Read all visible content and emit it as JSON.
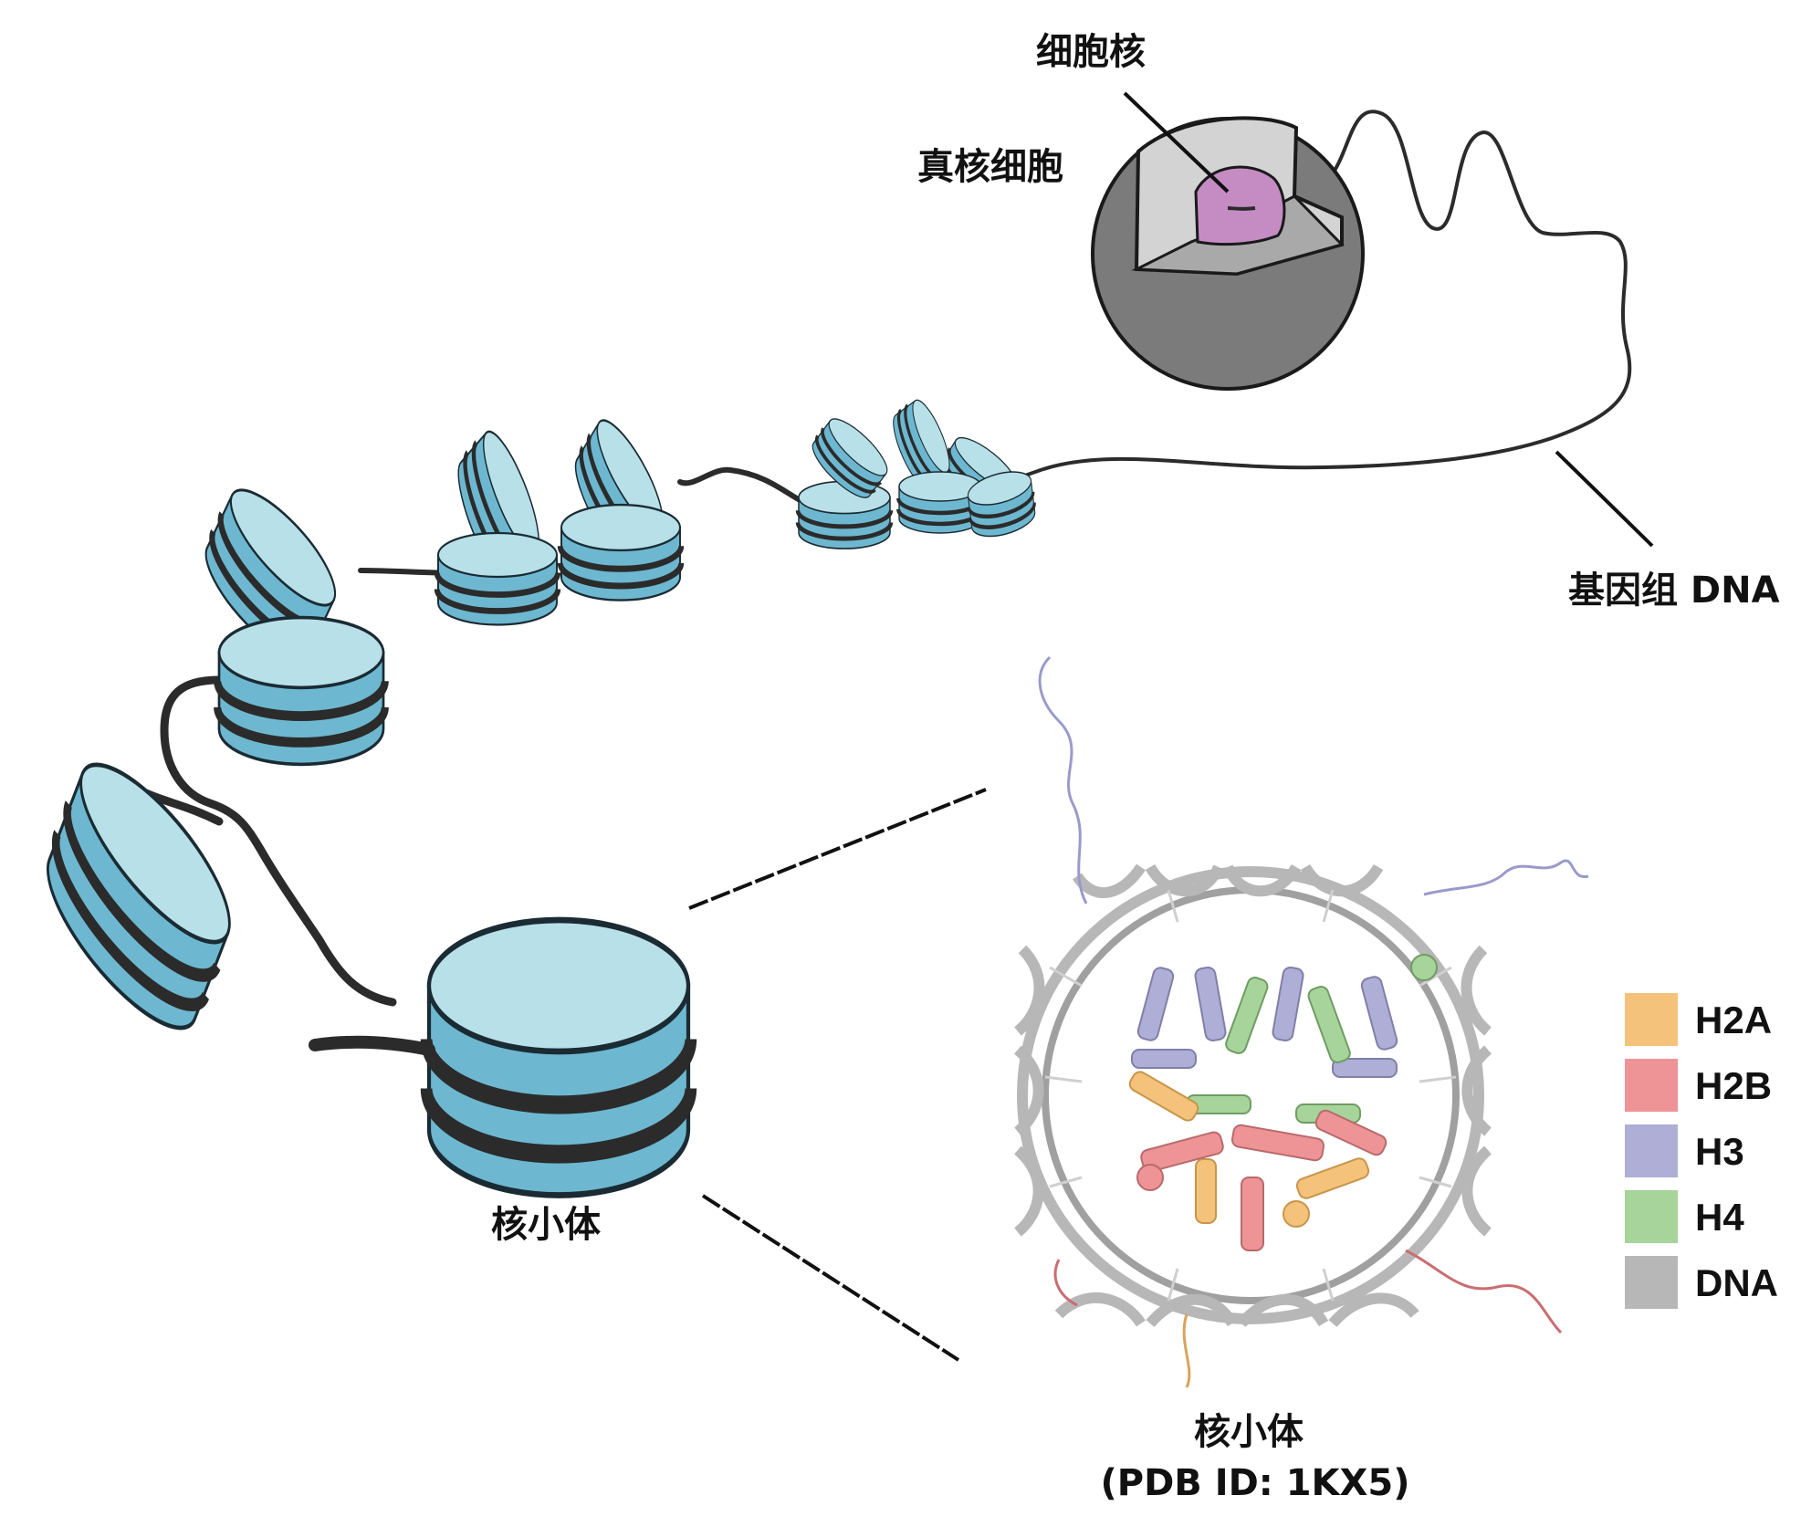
{
  "labels": {
    "nucleus": "细胞核",
    "eukaryotic_cell": "真核细胞",
    "genomic_dna": "基因组 DNA",
    "nucleosome": "核小体",
    "structure_title": "核小体",
    "structure_pdb": "(PDB ID: 1KX5)"
  },
  "legend": [
    {
      "label": "H2A",
      "color": "#f4c27a"
    },
    {
      "label": "H2B",
      "color": "#ee9496"
    },
    {
      "label": "H3",
      "color": "#aeaed6"
    },
    {
      "label": "H4",
      "color": "#a6d49a"
    },
    {
      "label": "DNA",
      "color": "#b7b7b7"
    }
  ],
  "colors": {
    "nucleosome_top": "#b8e0e8",
    "nucleosome_side": "#6db8d0",
    "dna_strand": "#2b2b2b",
    "cell_outer": "#8a8a8a",
    "cell_inner": "#c9c9c9",
    "nucleus_fill": "#c58cc4"
  }
}
